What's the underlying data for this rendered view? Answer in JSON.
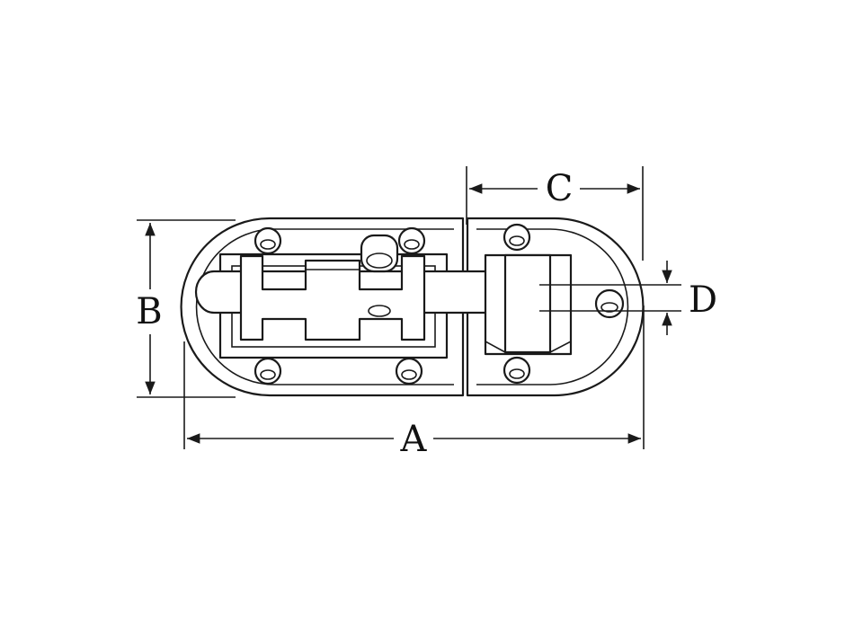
{
  "diagram": {
    "subject": "barrel-bolt",
    "dimension_labels": {
      "A": "A",
      "B": "B",
      "C": "C",
      "D": "D"
    },
    "line_color": "#1a1a1a",
    "background": "#ffffff"
  }
}
